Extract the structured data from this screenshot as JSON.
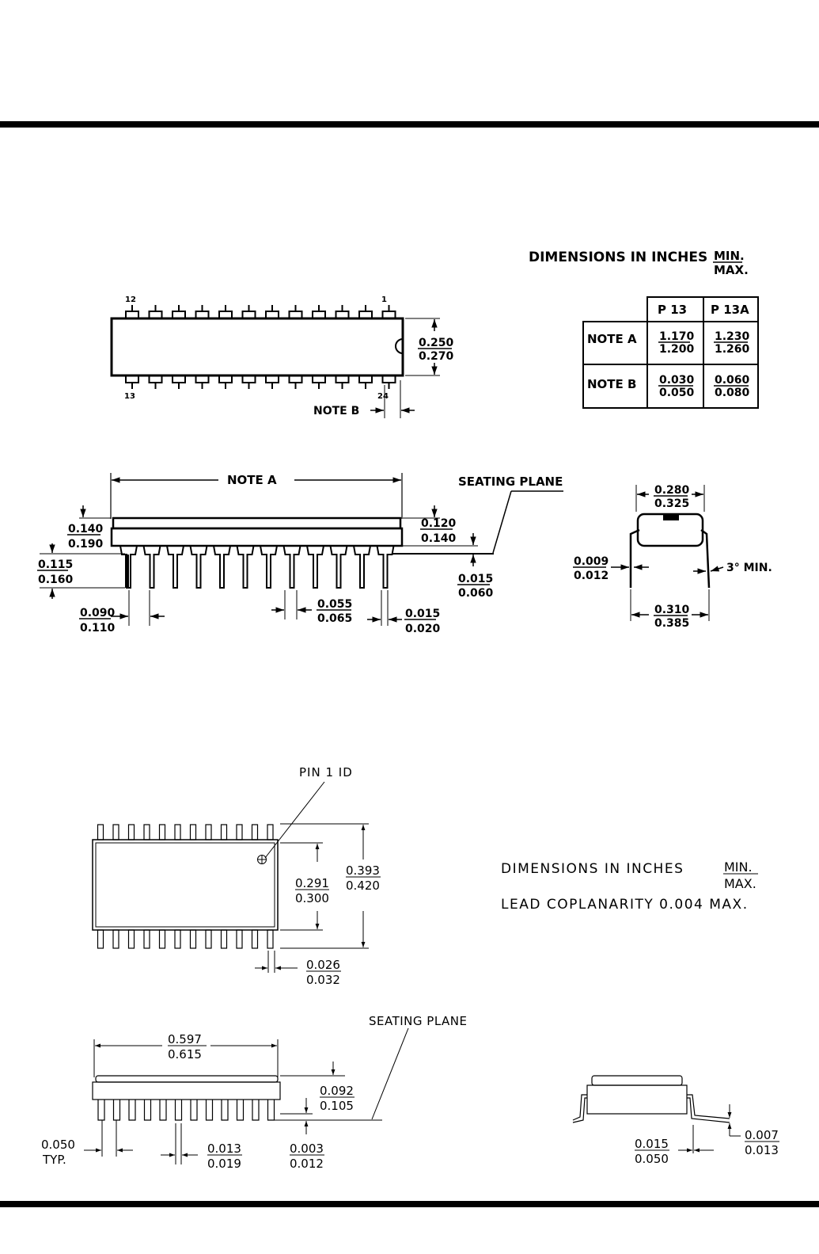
{
  "dip": {
    "dimensions_label": "DIMENSIONS IN INCHES",
    "min_label": "MIN.",
    "max_label": "MAX.",
    "pin_labels": {
      "p12": "12",
      "p1": "1",
      "p13": "13",
      "p24": "24"
    },
    "body_width": {
      "min": "0.250",
      "max": "0.270"
    },
    "note_b_label": "NOTE B",
    "note_a_label": "NOTE A",
    "seating_plane": "SEATING PLANE",
    "table": {
      "headers": [
        "P 13",
        "P 13A"
      ],
      "rows": [
        {
          "label": "NOTE A",
          "p13": {
            "min": "1.170",
            "max": "1.200"
          },
          "p13a": {
            "min": "1.230",
            "max": "1.260"
          }
        },
        {
          "label": "NOTE B",
          "p13": {
            "min": "0.030",
            "max": "0.050"
          },
          "p13a": {
            "min": "0.060",
            "max": "0.080"
          }
        }
      ]
    },
    "side": {
      "height": {
        "min": "0.140",
        "max": "0.190"
      },
      "lead_len": {
        "min": "0.115",
        "max": "0.160"
      },
      "shoulder": {
        "min": "0.090",
        "max": "0.110"
      },
      "pitch": {
        "min": "0.055",
        "max": "0.065"
      },
      "lead_w": {
        "min": "0.015",
        "max": "0.020"
      },
      "body_thk": {
        "min": "0.120",
        "max": "0.140"
      },
      "standoff": {
        "min": "0.015",
        "max": "0.060"
      }
    },
    "end": {
      "width": {
        "min": "0.280",
        "max": "0.325"
      },
      "lead_thk": {
        "min": "0.009",
        "max": "0.012"
      },
      "span": {
        "min": "0.310",
        "max": "0.385"
      },
      "angle": "3° MIN."
    }
  },
  "soic": {
    "pin1_id": "PIN 1 ID",
    "body_w": {
      "min": "0.291",
      "max": "0.300"
    },
    "total_w": {
      "min": "0.393",
      "max": "0.420"
    },
    "lead_w": {
      "min": "0.026",
      "max": "0.032"
    },
    "dimensions_label": "DIMENSIONS IN INCHES",
    "min_label": "MIN.",
    "max_label": "MAX.",
    "coplanarity": "LEAD COPLANARITY 0.004 MAX.",
    "seating_plane": "SEATING PLANE",
    "length": {
      "min": "0.597",
      "max": "0.615"
    },
    "height": {
      "min": "0.092",
      "max": "0.105"
    },
    "pitch": {
      "value": "0.050",
      "typ": "TYP."
    },
    "lead_thk": {
      "min": "0.013",
      "max": "0.019"
    },
    "standoff": {
      "min": "0.003",
      "max": "0.012"
    },
    "foot": {
      "min": "0.015",
      "max": "0.050"
    },
    "lead_t": {
      "min": "0.007",
      "max": "0.013"
    }
  }
}
